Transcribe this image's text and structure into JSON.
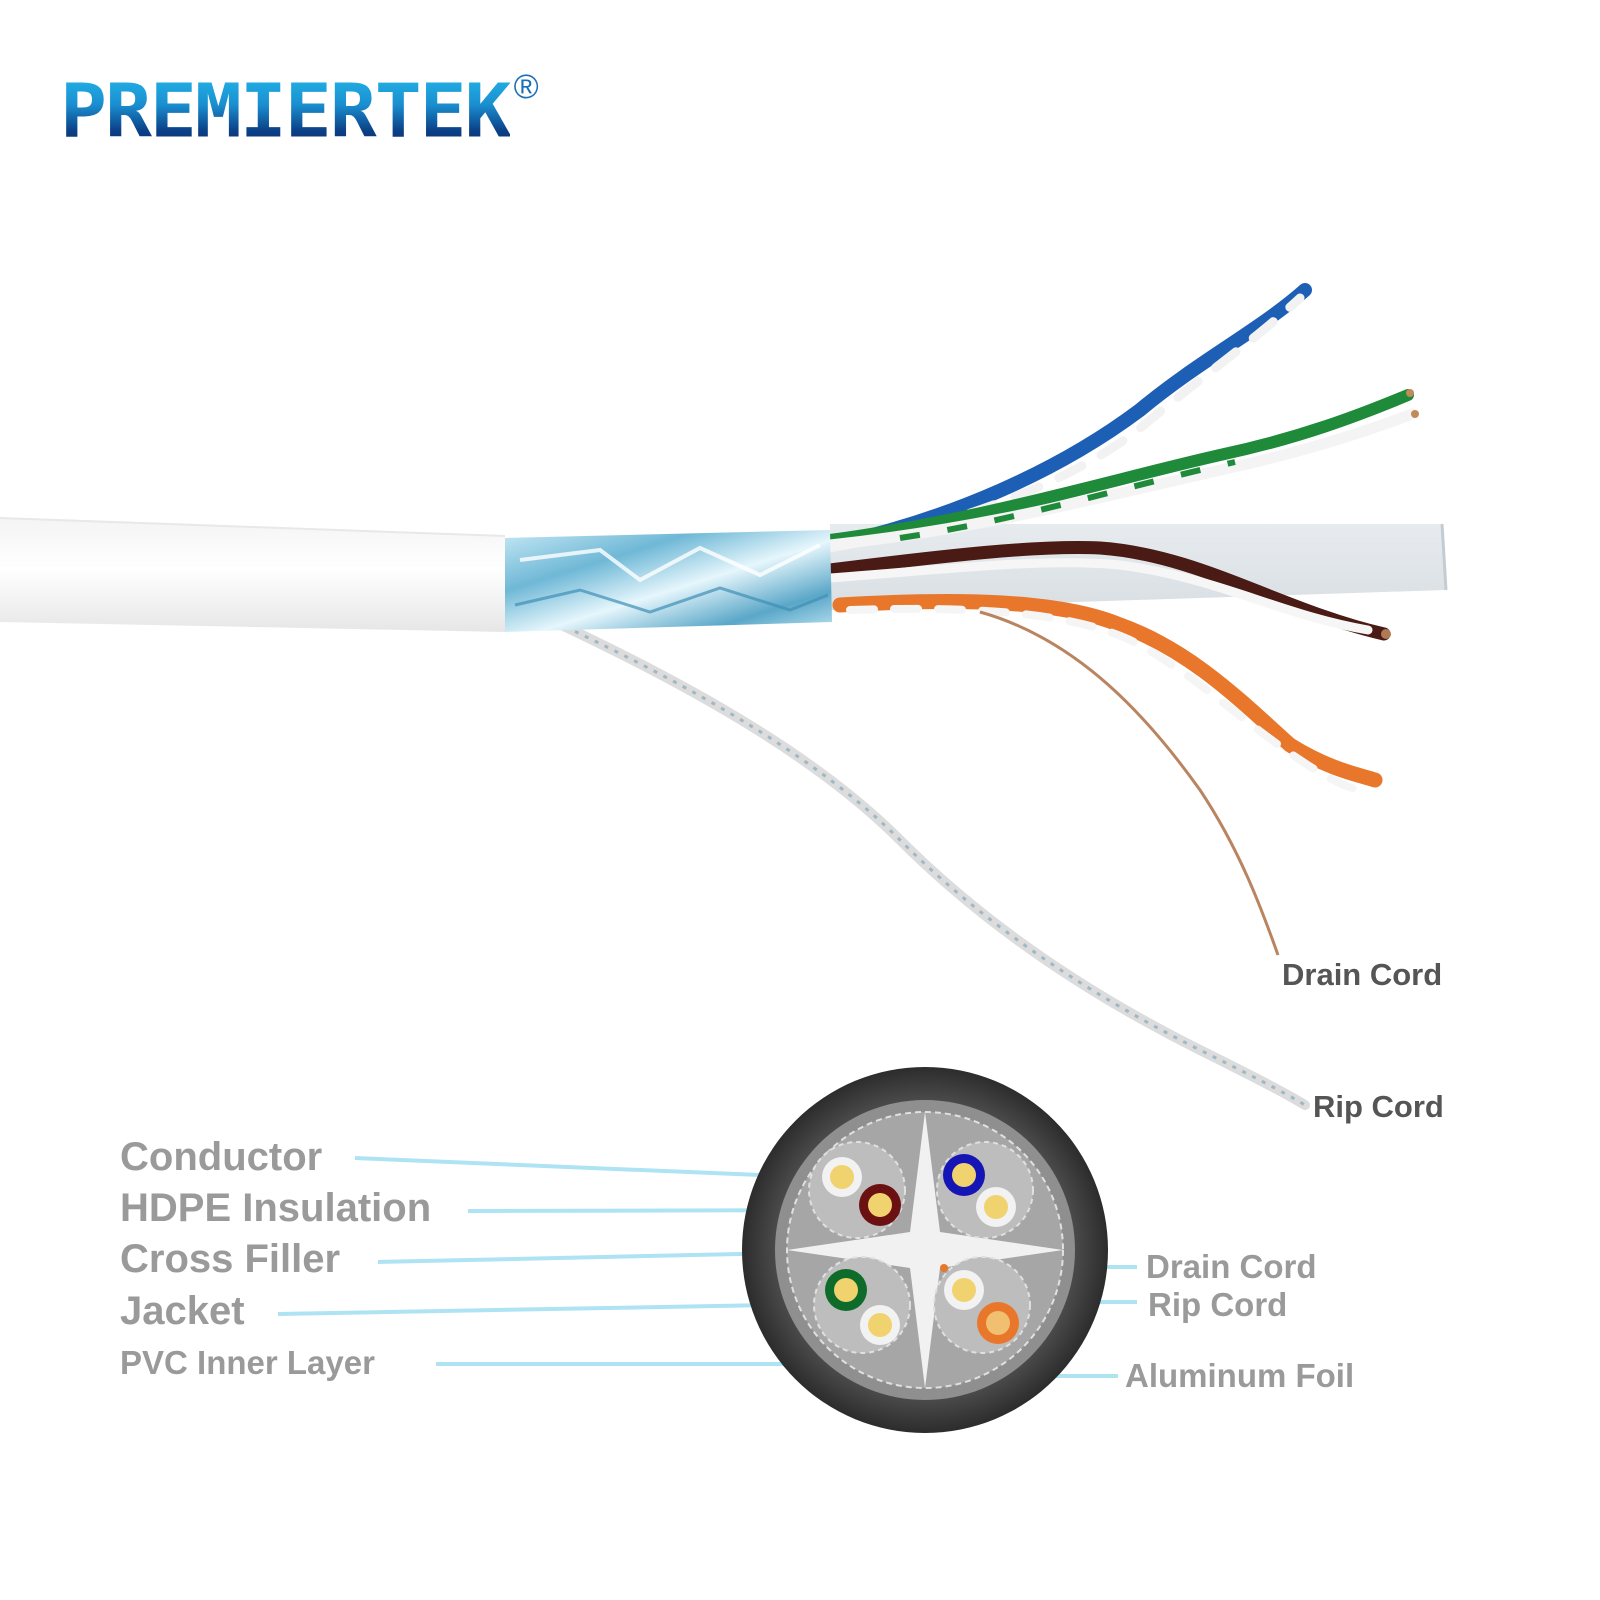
{
  "brand": {
    "name": "PREMIERTEK",
    "registered": "®"
  },
  "side_labels": {
    "drain_cord": "Drain Cord",
    "rip_cord": "Rip Cord"
  },
  "cross_section": {
    "left_labels": [
      "Conductor",
      "HDPE Insulation",
      "Cross Filler",
      "Jacket",
      "PVC Inner Layer"
    ],
    "right_labels": [
      "Drain Cord",
      "Rip Cord",
      "Aluminum Foil"
    ]
  },
  "colors": {
    "callout_line": "#aee3f3",
    "pair_blue": "#1c5fb5",
    "pair_green": "#1f8a3a",
    "pair_brown": "#4a1a14",
    "pair_orange": "#e8772b",
    "jacket": "#3b3b3b",
    "foil": "#9fd2e6"
  }
}
